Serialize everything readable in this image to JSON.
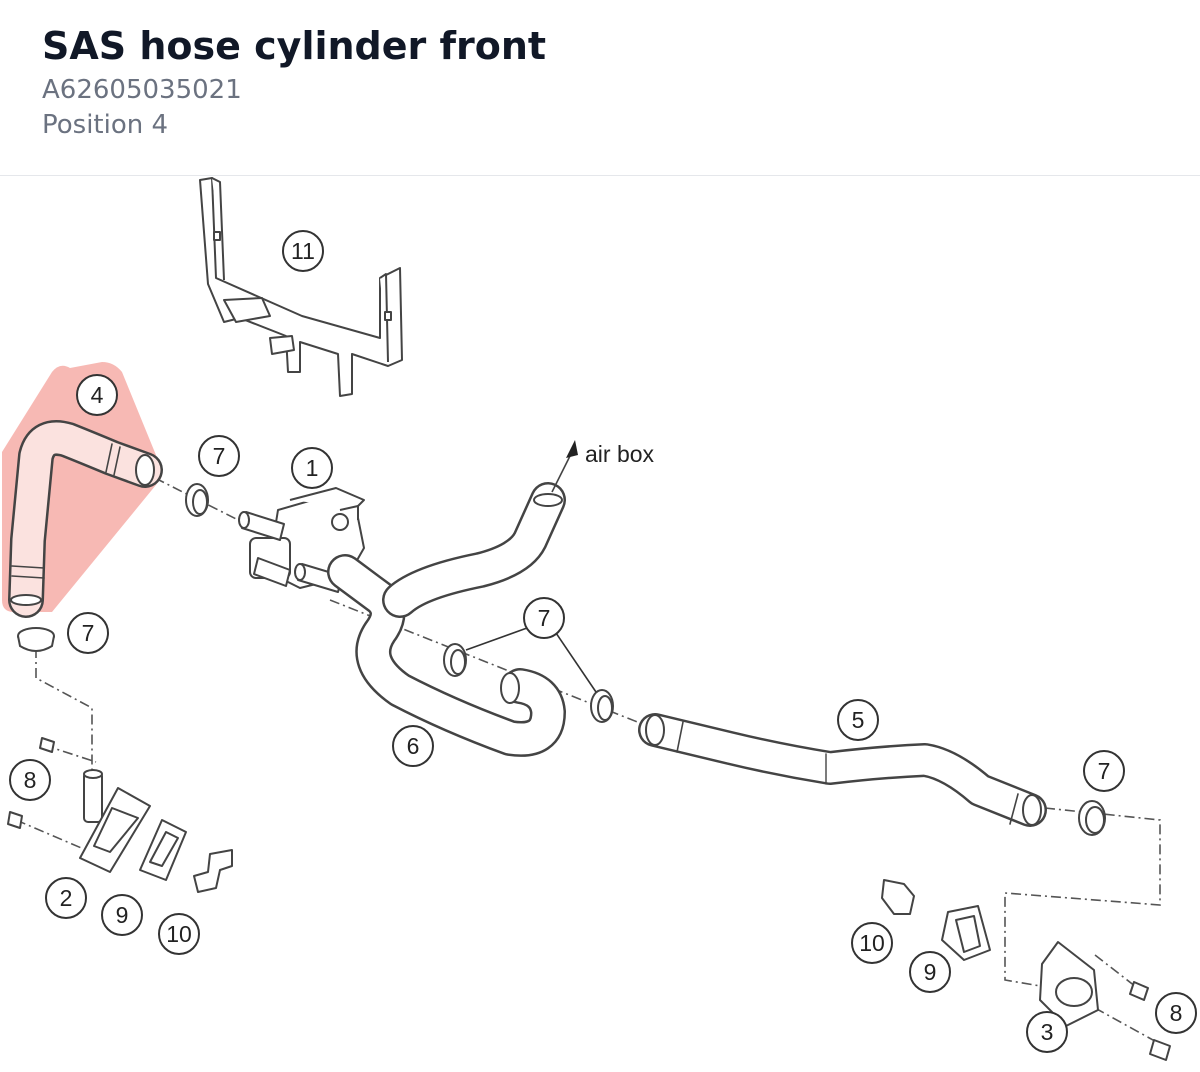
{
  "header": {
    "title": "SAS hose cylinder front",
    "part_number": "A62605035021",
    "position": "Position 4"
  },
  "diagram": {
    "highlight_color": "#f28b82",
    "highlighted_callout": "4",
    "air_box_label": "air box",
    "callouts": {
      "bracket": "11",
      "hose_front": "4",
      "clamp_top": "7",
      "valve": "1",
      "clamp_left": "7",
      "clamp_middle": "7",
      "hose_rear": "5",
      "hose_loop": "6",
      "clamp_right": "7",
      "screws_left": "8",
      "cover_left": "2",
      "gasket_left": "9",
      "reed_left": "10",
      "reed_right": "10",
      "gasket_right": "9",
      "cover_right": "3",
      "screws_right": "8"
    }
  }
}
